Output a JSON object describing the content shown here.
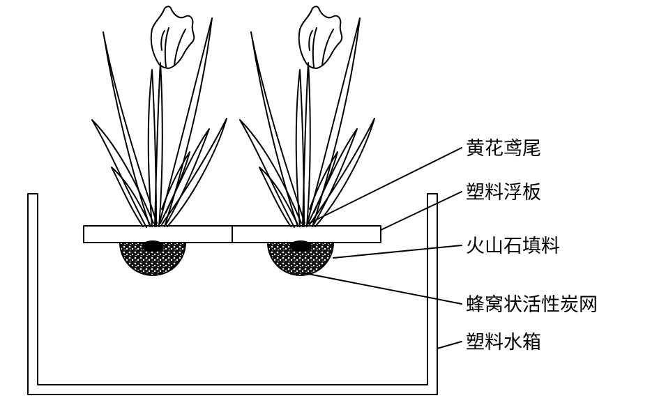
{
  "labels": {
    "plant": "黄花鸢尾",
    "float_board": "塑料浮板",
    "filler": "火山石填料",
    "carbon_net": "蜂窝状活性炭网",
    "tank": "塑料水箱"
  },
  "colors": {
    "ink": "#000000",
    "background": "#ffffff"
  }
}
